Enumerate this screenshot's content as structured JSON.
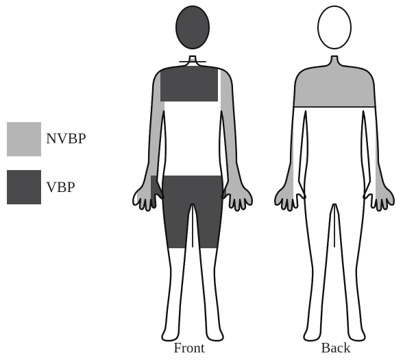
{
  "legend": {
    "items": [
      {
        "label": "NVBP",
        "color": "#b5b5b5"
      },
      {
        "label": "VBP",
        "color": "#4a4a4c"
      }
    ]
  },
  "views": {
    "front": {
      "label": "Front"
    },
    "back": {
      "label": "Back"
    }
  },
  "colors": {
    "nvbp": "#b5b5b5",
    "vbp": "#4a4a4c",
    "outline": "#111111"
  }
}
